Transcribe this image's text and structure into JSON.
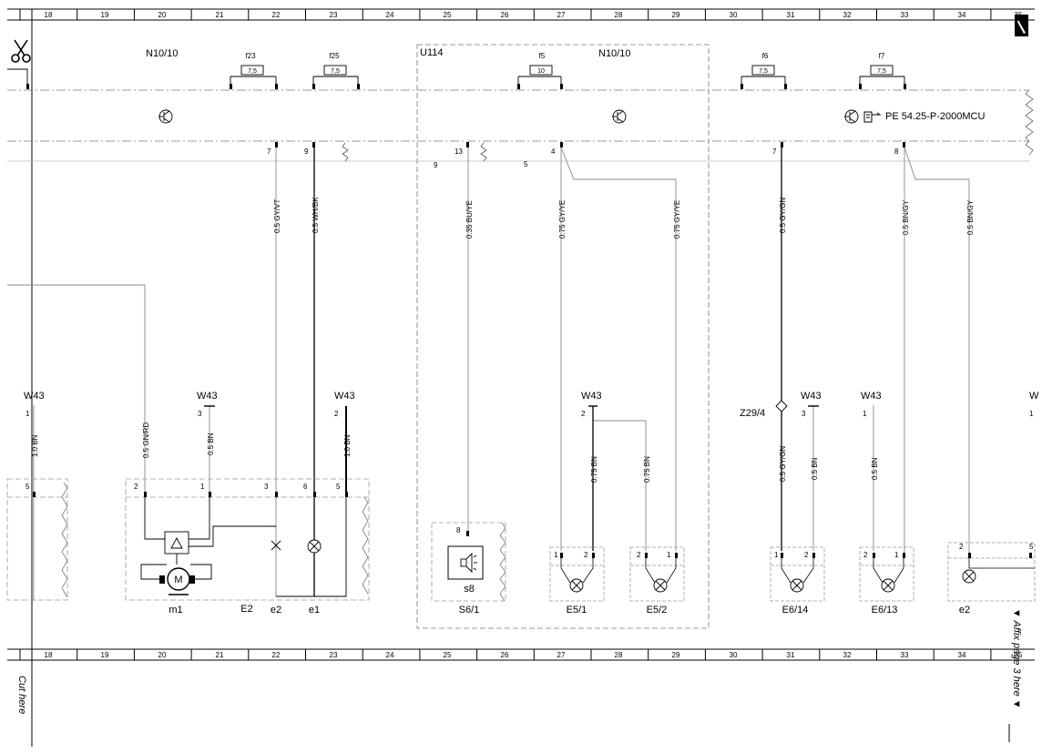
{
  "grid": [
    "18",
    "19",
    "20",
    "21",
    "22",
    "23",
    "24",
    "25",
    "26",
    "27",
    "28",
    "29",
    "30",
    "31",
    "32",
    "33",
    "34",
    "35"
  ],
  "side_notes": {
    "cut_here": "Cut here",
    "affix": "▼ Affix page 3 here ▼"
  },
  "header_labels": {
    "n10_left": "N10/10",
    "n10_right": "N10/10",
    "u114": "U114",
    "pe_ref": "PE 54.25-P-2000MCU"
  },
  "fuses": [
    {
      "name": "f23",
      "rating": "7,5"
    },
    {
      "name": "f25",
      "rating": "7,5"
    },
    {
      "name": "f5",
      "rating": "10"
    },
    {
      "name": "f6",
      "rating": "7,5"
    },
    {
      "name": "f7",
      "rating": "7,5"
    }
  ],
  "module_pins": {
    "p7a": "7",
    "p9a": "9",
    "p9b": "9",
    "p13": "13",
    "p5": "5",
    "p4": "4",
    "p7b": "7",
    "p8": "8"
  },
  "wires": {
    "w1": "0.5 GY/VT",
    "w2": "0.5 WH/BK",
    "w3": "0.35 BU/YE",
    "w4": "0.75 GY/YE",
    "w5": "0.75 GY/YE",
    "w6": "0.5 GY/GN",
    "w7": "0.5 BN/GY",
    "w8": "0.5 BN/GY",
    "w9": "1.0 BN",
    "w10": "0.5 GN/RD",
    "w11": "0.5 BN",
    "w12": "1.0 BN",
    "w13": "0.75 BN",
    "w14": "0.75 BN",
    "w15": "0.5 GY/GN",
    "w16": "0.5 BN",
    "w17": "0.5 BN"
  },
  "ground_points": [
    {
      "label": "W43",
      "pin": "1"
    },
    {
      "label": "W43",
      "pin": "3"
    },
    {
      "label": "W43",
      "pin": "2"
    },
    {
      "label": "W43",
      "pin": "2"
    },
    {
      "label": "W43",
      "pin": "3"
    },
    {
      "label": "W43",
      "pin": "1"
    },
    {
      "label": "W",
      "pin": "1"
    }
  ],
  "splice": "Z29/4",
  "connector_pins": {
    "a5": "5",
    "b2": "2",
    "b1": "1",
    "b3": "3",
    "b6": "6",
    "b5": "5",
    "s8pin": "8",
    "e51a": "1",
    "e51b": "2",
    "e52a": "2",
    "e52b": "1",
    "e614a": "1",
    "e614b": "2",
    "e613a": "2",
    "e613b": "1",
    "e2a": "2",
    "e2b": "5"
  },
  "components": {
    "m1": "m1",
    "e2": "E2",
    "e2_sub": "e2",
    "e1_sub": "e1",
    "s8": "s8",
    "s6_1": "S6/1",
    "e5_1": "E5/1",
    "e5_2": "E5/2",
    "e6_14": "E6/14",
    "e6_13": "E6/13",
    "e2_right": "e2",
    "motor": "M"
  }
}
